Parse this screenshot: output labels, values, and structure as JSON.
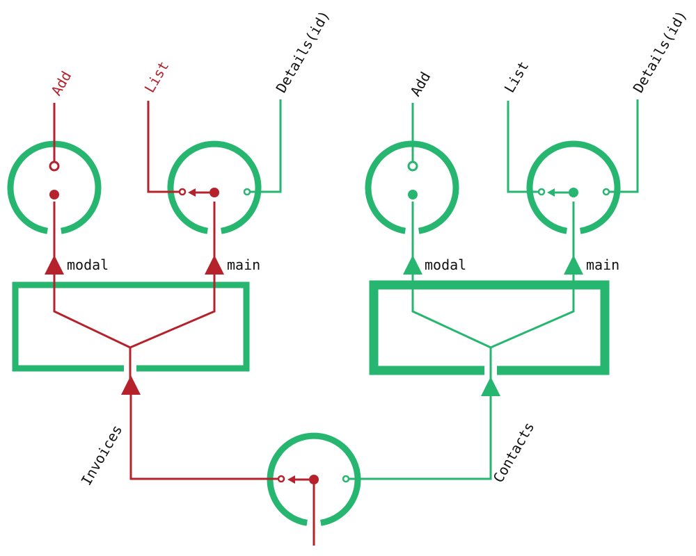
{
  "colors": {
    "active": "#b5222c",
    "inactive": "#26b66f",
    "text": "#111111"
  },
  "left_group": {
    "outlet_labels": {
      "modal": "modal",
      "main": "main"
    },
    "routes": {
      "add": "Add",
      "list": "List",
      "details": "Details(id)"
    },
    "route_states": {
      "add": "active",
      "list": "active",
      "details": "inactive"
    }
  },
  "right_group": {
    "outlet_labels": {
      "modal": "modal",
      "main": "main"
    },
    "routes": {
      "add": "Add",
      "list": "List",
      "details": "Details(id)"
    },
    "route_states": {
      "add": "inactive",
      "list": "inactive",
      "details": "inactive"
    }
  },
  "root": {
    "branches": {
      "invoices": "Invoices",
      "contacts": "Contacts"
    },
    "branch_states": {
      "invoices": "active",
      "contacts": "inactive"
    }
  }
}
